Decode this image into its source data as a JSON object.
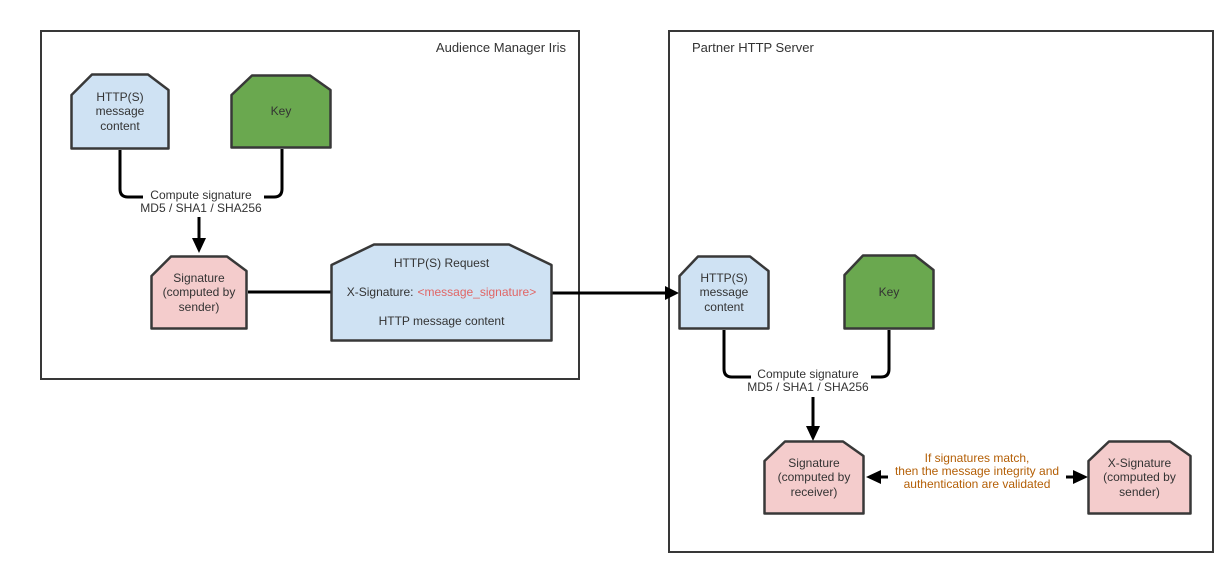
{
  "colors": {
    "node_blue": "#cfe2f3",
    "node_green": "#6aa84f",
    "node_pink": "#f4cccc",
    "outline": "#383838",
    "wire": "#000000",
    "accent_salmon": "#e06666",
    "note_orange": "#b45f06"
  },
  "left_panel": {
    "title": "Audience Manager Iris",
    "nodes": {
      "message_content": {
        "label": "HTTP(S)\nmessage\ncontent"
      },
      "key": {
        "label": "Key"
      },
      "compute": {
        "label": "Compute signature\nMD5 / SHA1 / SHA256"
      },
      "signature": {
        "label": "Signature\n(computed by\nsender)"
      },
      "request": {
        "title": "HTTP(S) Request",
        "header_label": "X-Signature:",
        "header_value": "<message_signature>",
        "body": "HTTP message content"
      }
    }
  },
  "right_panel": {
    "title": "Partner HTTP Server",
    "nodes": {
      "message_content": {
        "label": "HTTP(S)\nmessage\ncontent"
      },
      "key": {
        "label": "Key"
      },
      "compute": {
        "label": "Compute signature\nMD5 / SHA1 / SHA256"
      },
      "signature_receiver": {
        "label": "Signature\n(computed by\nreceiver)"
      },
      "x_signature": {
        "label": "X-Signature\n(computed by\nsender)"
      },
      "match_note": "If signatures match,\nthen the message integrity and\nauthentication are validated"
    }
  }
}
